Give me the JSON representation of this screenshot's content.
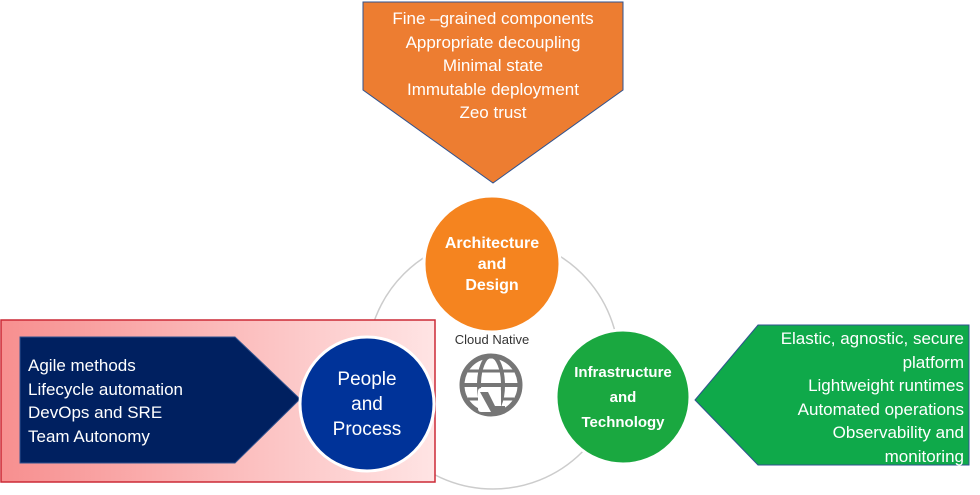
{
  "center": {
    "label": "Cloud Native",
    "icon": "globe-cloud-icon"
  },
  "architecture": {
    "label": "Architecture\nand\nDesign",
    "items": [
      "Fine –grained components",
      "Appropriate decoupling",
      "Minimal state",
      "Immutable deployment",
      "Zeo trust"
    ],
    "color": "#f5841f",
    "panel_color": "#ed7d31"
  },
  "people": {
    "label": "People\nand\nProcess",
    "items": [
      "Agile methods",
      "Lifecycle automation",
      "DevOps and SRE",
      "Team Autonomy"
    ],
    "color": "#003399",
    "panel_color": "#002060",
    "background_gradient": [
      "#f78f8f",
      "#ffe4e4"
    ]
  },
  "infrastructure": {
    "label": "Infrastructure\nand\nTechnology",
    "items": [
      "Elastic, agnostic, secure",
      "platform",
      "Lightweight runtimes",
      "Automated operations",
      "Observability and",
      "monitoring"
    ],
    "color": "#1aa840",
    "panel_color": "#0fa94a"
  }
}
